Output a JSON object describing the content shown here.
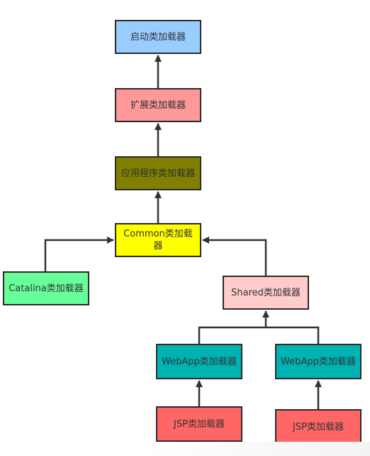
{
  "nodes": {
    "bootstrap": "启动类加载器",
    "extension": "扩展类加载器",
    "application": "应用程序类加载器",
    "common": "Common类加载器",
    "catalina": "Catalina类加载器",
    "shared": "Shared类加载器",
    "webapp_1": "WebApp类加载器",
    "webapp_2": "WebApp类加载器",
    "jsp_1": "JSP类加载器",
    "jsp_2": "JSP类加载器"
  },
  "colors": {
    "bootstrap": "#99ccff",
    "extension": "#ff9999",
    "application": "#808000",
    "common": "#ffff00",
    "catalina": "#66ff99",
    "shared": "#ffcccc",
    "webapp": "#00b3b3",
    "jsp": "#ff6666",
    "edge": "#333333"
  }
}
